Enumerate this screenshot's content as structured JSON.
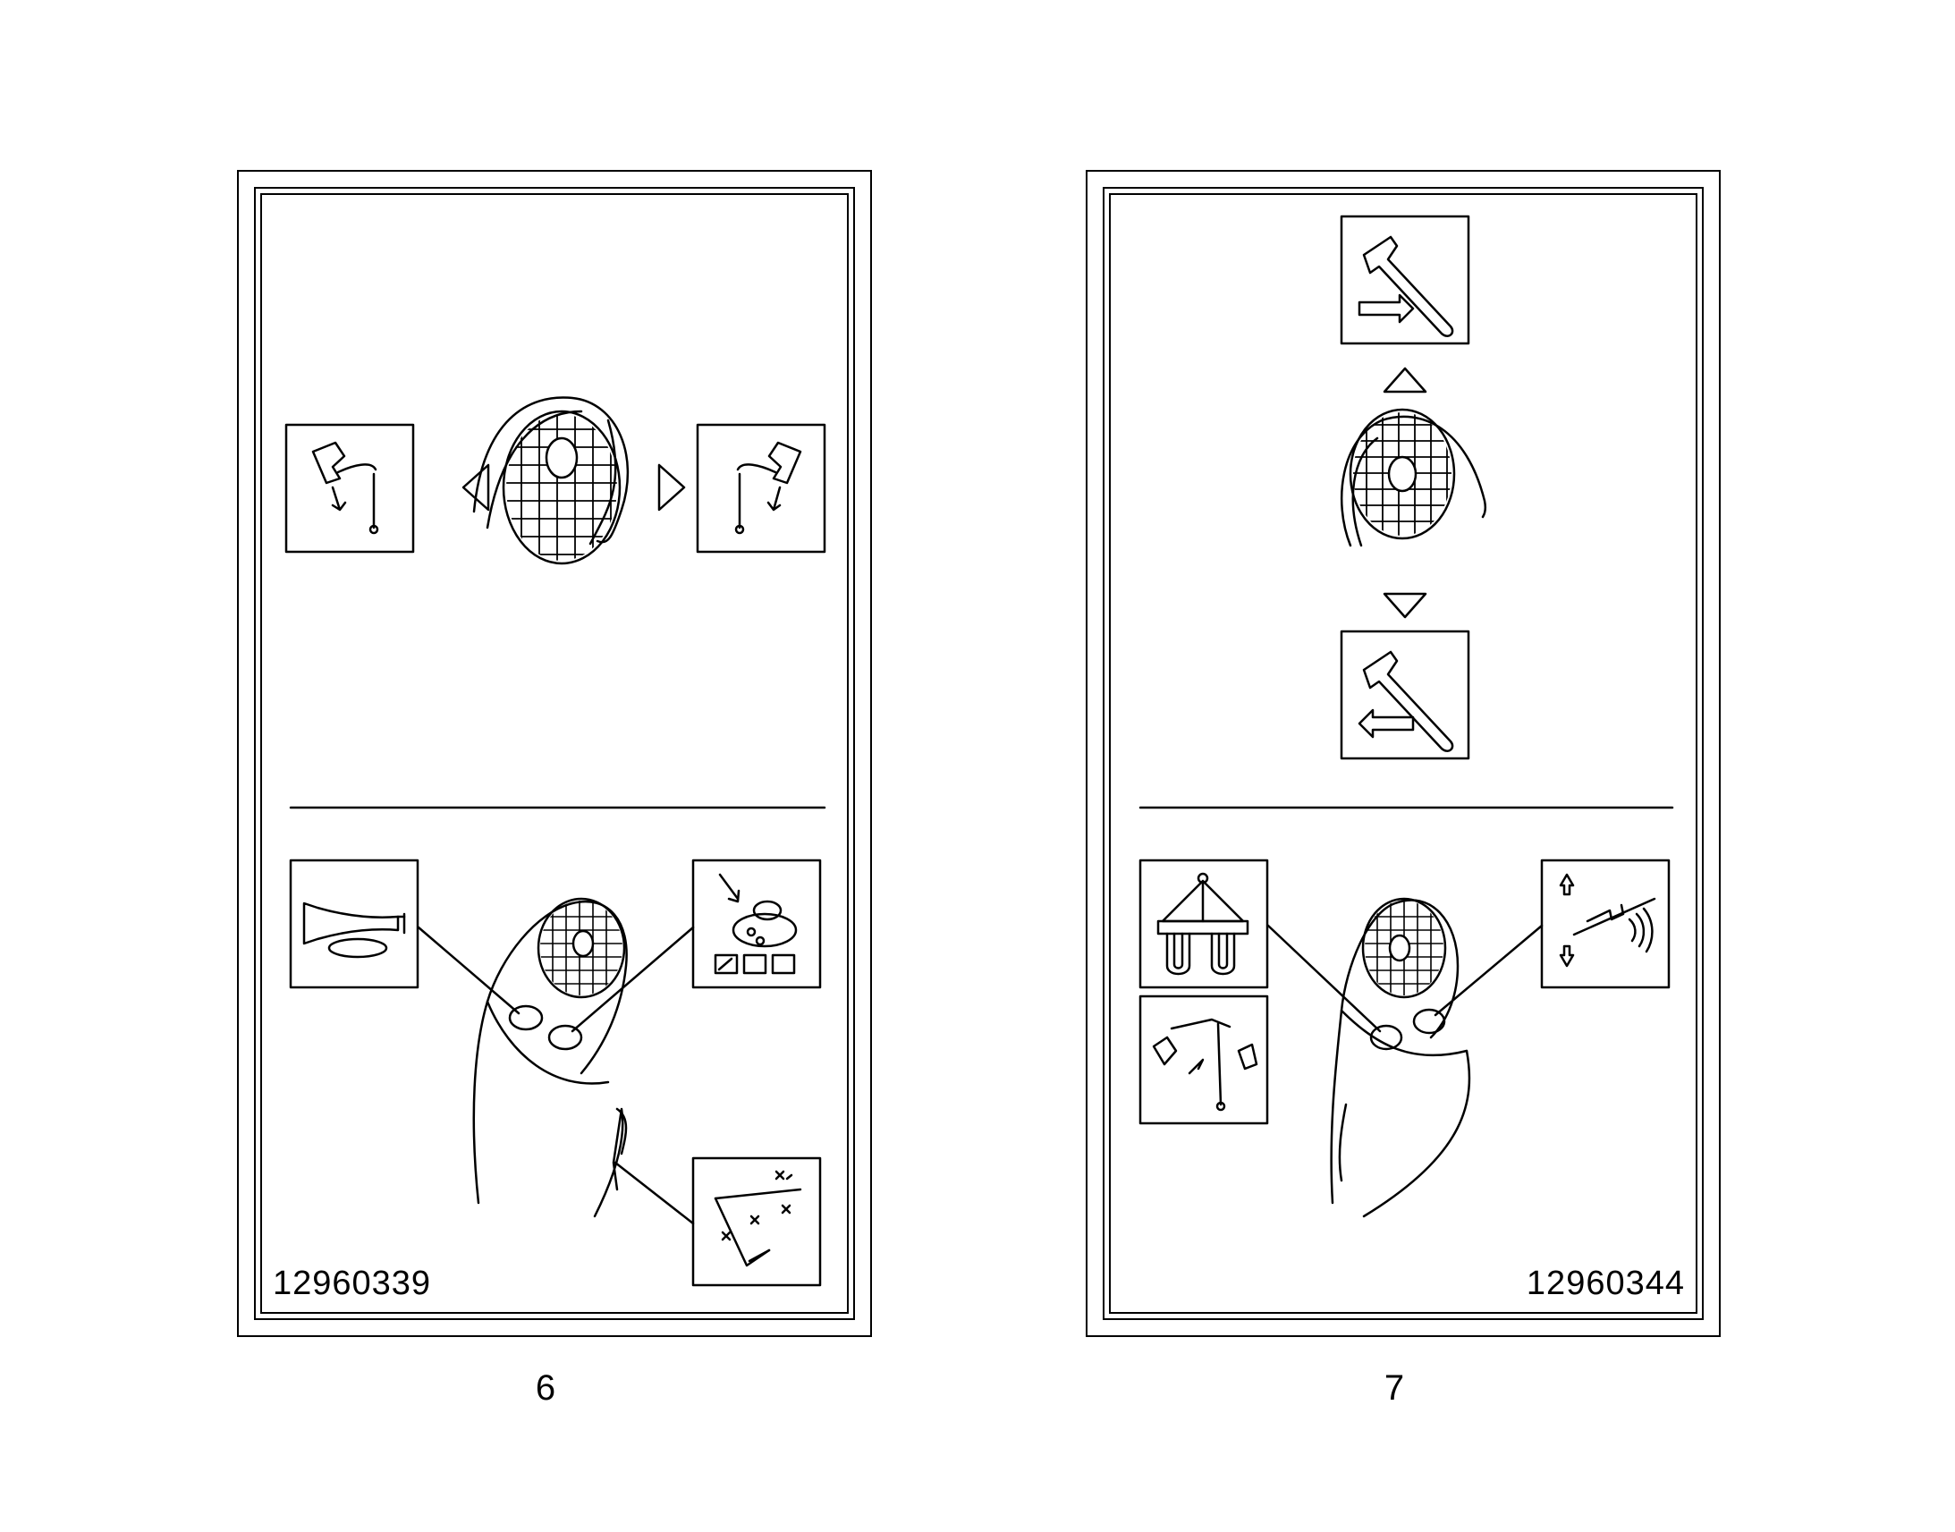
{
  "decals": [
    {
      "part_number": "12960339",
      "figure_label": "6"
    },
    {
      "part_number": "12960344",
      "figure_label": "7"
    }
  ],
  "icons": {
    "decal_6": [
      "boom-swing-left-icon",
      "boom-swing-right-icon",
      "horn-icon",
      "quick-coupler-icon",
      "boom-mode-icon"
    ],
    "decal_7": [
      "hammer-on-icon",
      "hammer-off-icon",
      "bucket-icon",
      "swing-boom-icon",
      "vibration-up-down-icon"
    ]
  }
}
